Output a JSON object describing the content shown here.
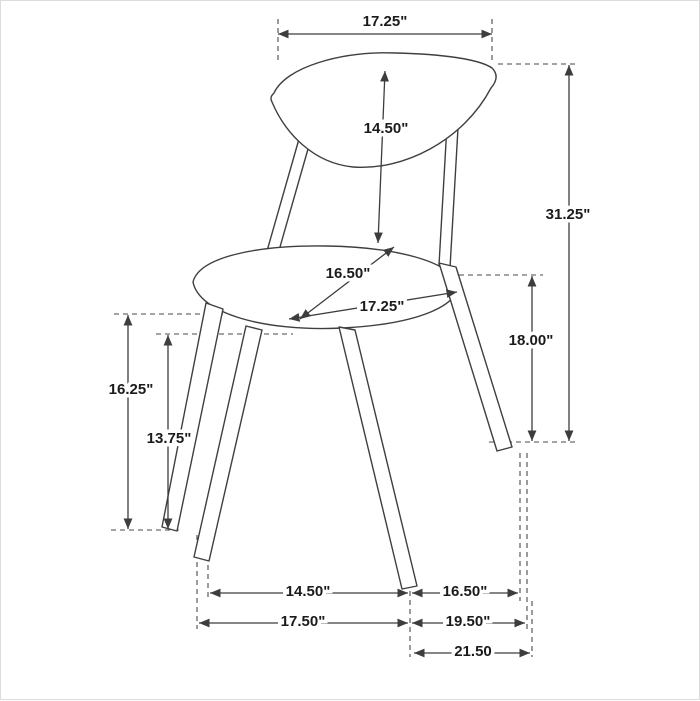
{
  "diagram": {
    "subject": "dining-chair-dimension-diagram",
    "colors": {
      "line": "#3d3d3d",
      "text": "#1b1b1b",
      "background": "#ffffff",
      "border": "#dcdcdc"
    },
    "dims": {
      "backrest_width": "17.25\"",
      "backrest_height": "14.50\"",
      "overall_height": "31.25\"",
      "seat_depth": "16.50\"",
      "seat_width": "17.25\"",
      "seat_height": "18.00\"",
      "left_height": "16.25\"",
      "left_inner_height": "13.75\"",
      "front_leg_span": "14.50\"",
      "side_leg_span": "16.50\"",
      "base_width": "17.50\"",
      "base_depth": "19.50\"",
      "overall_depth": "21.50"
    }
  }
}
